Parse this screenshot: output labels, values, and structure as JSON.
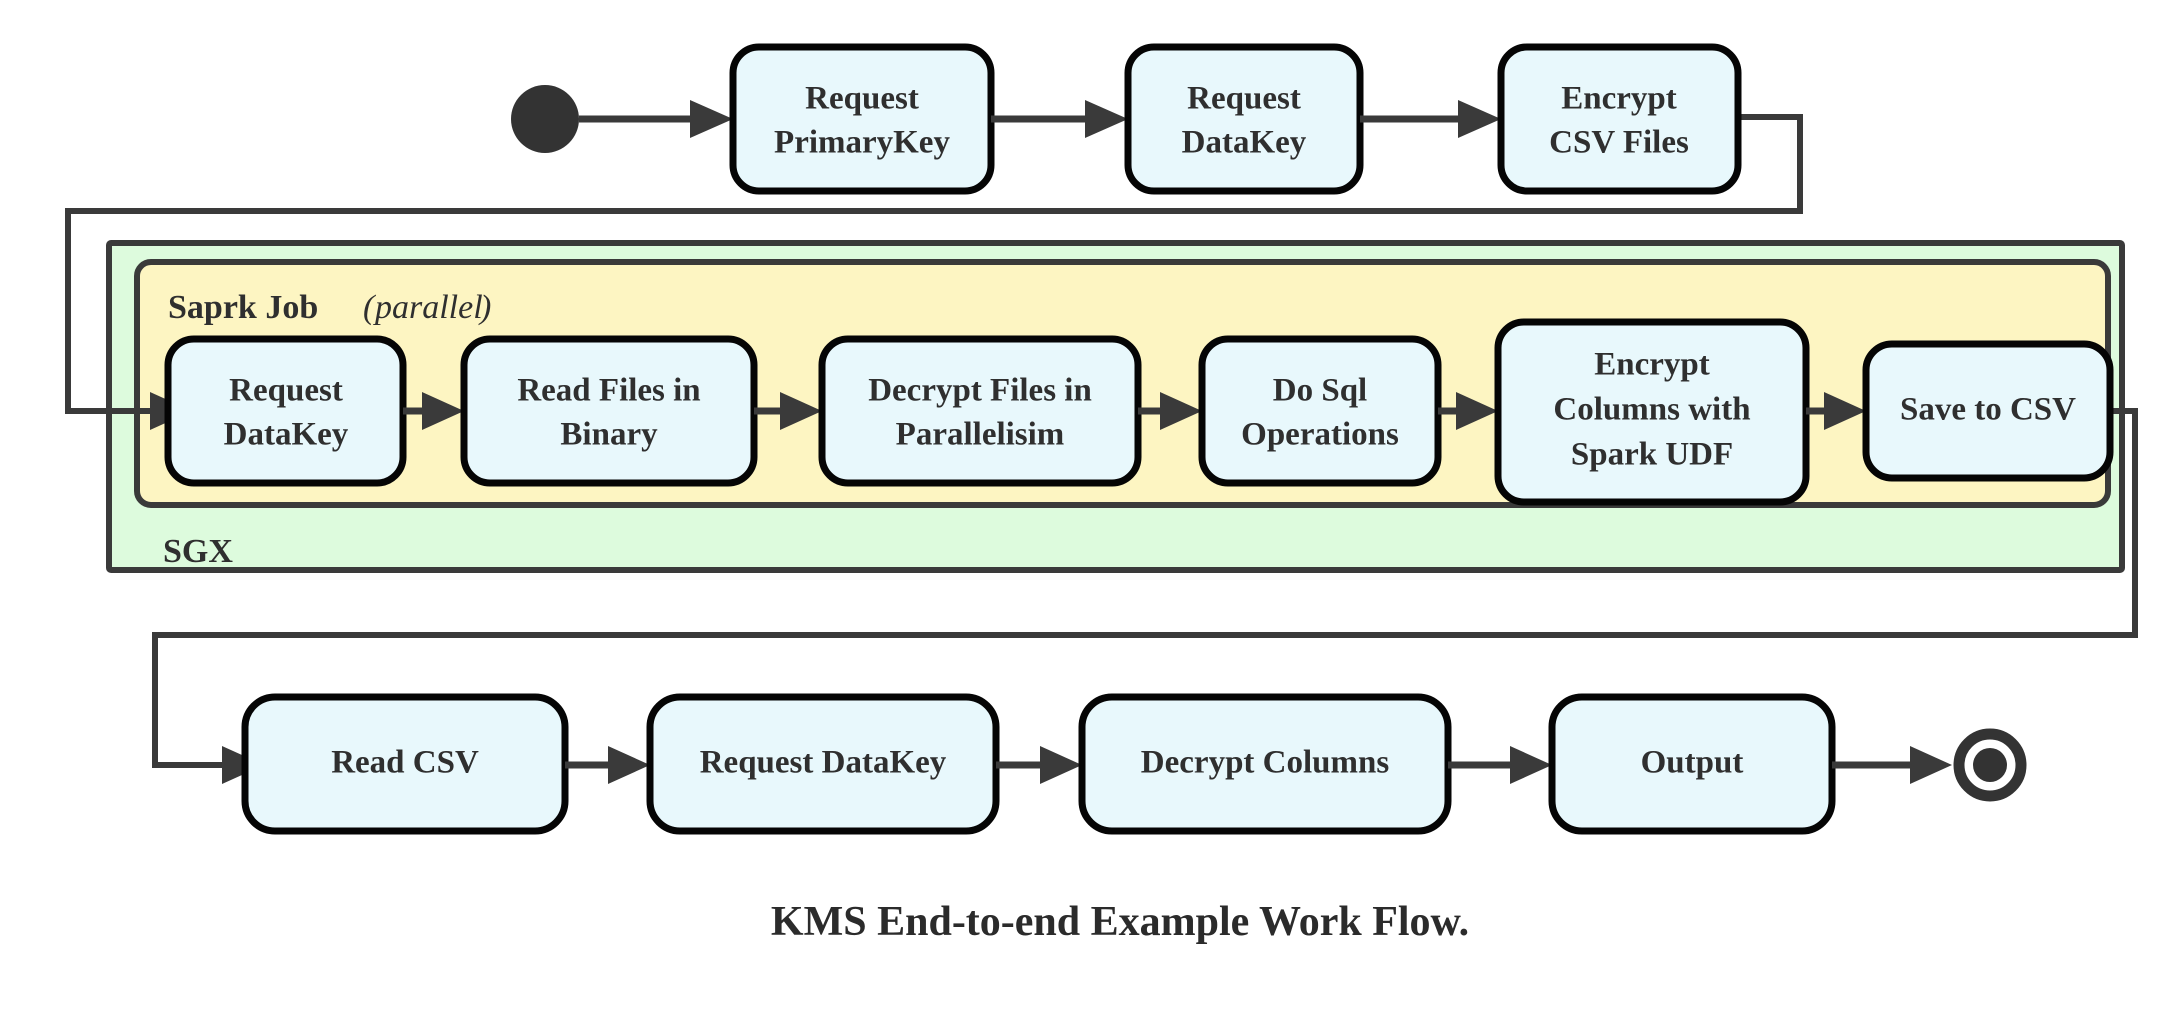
{
  "diagram": {
    "caption": "KMS End-to-end Example Work Flow.",
    "colors": {
      "node_fill": "#e8f8fc",
      "node_stroke": "#050505",
      "sgx_fill": "#ddfbdd",
      "spark_fill": "#fdf5c2",
      "region_stroke": "#3a3a3a",
      "connector": "#3a3a3a",
      "text": "#2f2f2f",
      "terminal": "#333333"
    },
    "regions": [
      {
        "id": "sgx",
        "label": "SGX"
      },
      {
        "id": "spark",
        "label": "Saprk Job",
        "annotation": "(parallel)",
        "annotation_open": "(",
        "annotation_word": "parallel",
        "annotation_close": ")"
      }
    ],
    "terminals": {
      "start_name": "start-node",
      "end_name": "end-node"
    },
    "rows": [
      {
        "id": "row-top",
        "nodes": [
          {
            "id": "request-primarykey",
            "lines": [
              "Request",
              "PrimaryKey"
            ]
          },
          {
            "id": "request-datakey-top",
            "lines": [
              "Request",
              "DataKey"
            ]
          },
          {
            "id": "encrypt-csv-files",
            "lines": [
              "Encrypt",
              "CSV Files"
            ]
          }
        ]
      },
      {
        "id": "row-spark",
        "nodes": [
          {
            "id": "request-datakey-spark",
            "lines": [
              "Request",
              "DataKey"
            ]
          },
          {
            "id": "read-files-in-binary",
            "lines": [
              "Read Files in",
              "Binary"
            ]
          },
          {
            "id": "decrypt-files-in-parallelisim",
            "lines": [
              "Decrypt Files in",
              "Parallelisim"
            ]
          },
          {
            "id": "do-sql-operations",
            "lines": [
              "Do Sql",
              "Operations"
            ]
          },
          {
            "id": "encrypt-columns-with-spark-udf",
            "lines": [
              "Encrypt",
              "Columns with",
              "Spark UDF"
            ]
          },
          {
            "id": "save-to-csv",
            "lines": [
              "Save to CSV"
            ]
          }
        ]
      },
      {
        "id": "row-bottom",
        "nodes": [
          {
            "id": "read-csv",
            "lines": [
              "Read CSV"
            ]
          },
          {
            "id": "request-datakey-bottom",
            "lines": [
              "Request DataKey"
            ]
          },
          {
            "id": "decrypt-columns",
            "lines": [
              "Decrypt Columns"
            ]
          },
          {
            "id": "output",
            "lines": [
              "Output"
            ]
          }
        ]
      }
    ],
    "labels": {
      "n1_l1": "Request",
      "n1_l2": "PrimaryKey",
      "n2_l1": "Request",
      "n2_l2": "DataKey",
      "n3_l1": "Encrypt",
      "n3_l2": "CSV Files",
      "n4_l1": "Request",
      "n4_l2": "DataKey",
      "n5_l1": "Read Files in",
      "n5_l2": "Binary",
      "n6_l1": "Decrypt Files in",
      "n6_l2": "Parallelisim",
      "n7_l1": "Do Sql",
      "n7_l2": "Operations",
      "n8_l1": "Encrypt",
      "n8_l2": "Columns with",
      "n8_l3": "Spark UDF",
      "n9_l1": "Save to CSV",
      "n10_l1": "Read CSV",
      "n11_l1": "Request DataKey",
      "n12_l1": "Decrypt Columns",
      "n13_l1": "Output",
      "sgx": "SGX",
      "spark_bold": "Saprk Job",
      "spark_paren_open": "(",
      "spark_italic": "parallel",
      "spark_paren_close": ")",
      "caption": "KMS End-to-end Example Work Flow."
    }
  }
}
